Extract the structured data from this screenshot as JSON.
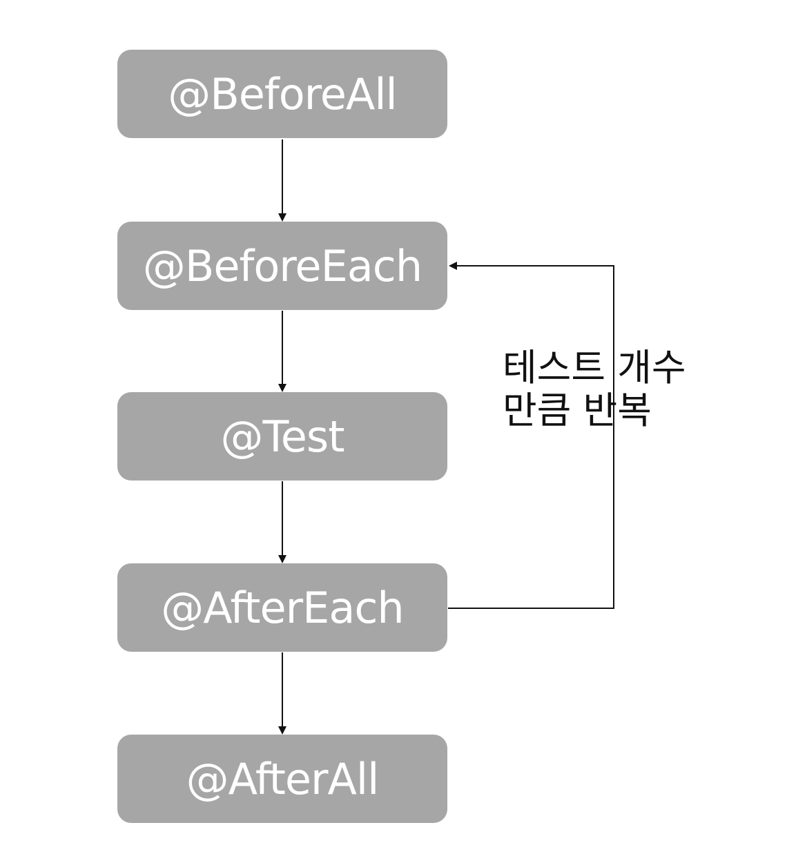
{
  "diagram": {
    "nodes": [
      {
        "id": "before-all",
        "label": "@BeforeAll"
      },
      {
        "id": "before-each",
        "label": "@BeforeEach"
      },
      {
        "id": "test",
        "label": "@Test"
      },
      {
        "id": "after-each",
        "label": "@AfterEach"
      },
      {
        "id": "after-all",
        "label": "@AfterAll"
      }
    ],
    "edges": [
      {
        "from": "before-all",
        "to": "before-each"
      },
      {
        "from": "before-each",
        "to": "test"
      },
      {
        "from": "test",
        "to": "after-each"
      },
      {
        "from": "after-each",
        "to": "after-all"
      },
      {
        "from": "after-each",
        "to": "before-each",
        "kind": "loop"
      }
    ],
    "loop_label": {
      "line1": "테스트 개수",
      "line2": "만큼 반복"
    },
    "colors": {
      "node_fill": "#a6a6a6",
      "node_text": "#ffffff",
      "connector": "#111111"
    }
  }
}
